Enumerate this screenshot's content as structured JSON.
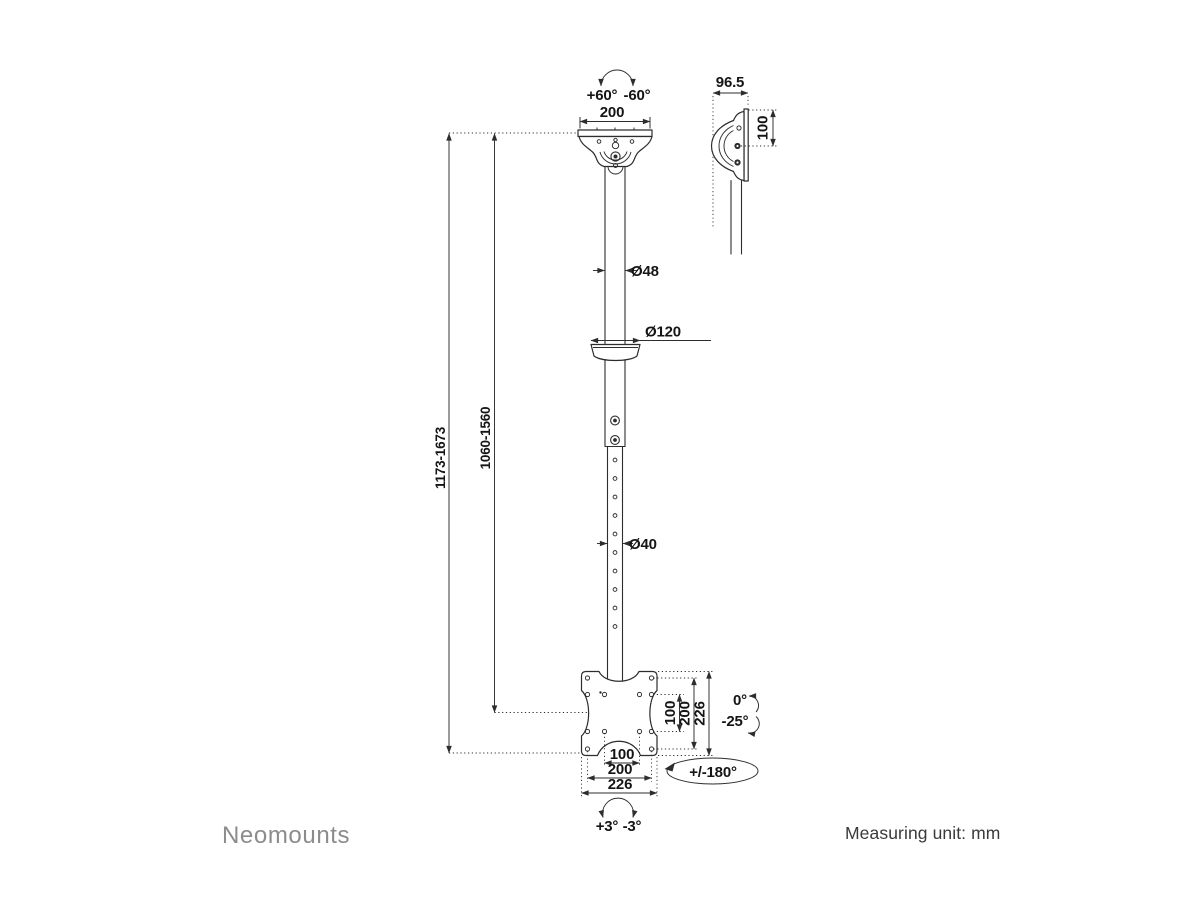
{
  "brand": "Neomounts",
  "footer": "Measuring unit: mm",
  "front_view": {
    "swivel_pos": "+60°",
    "swivel_neg": "-60°",
    "mount_width": "200",
    "upper_pole_dia": "Ø48",
    "cover_dia": "Ø120",
    "lower_pole_dia": "Ø40",
    "total_height": "1173-1673",
    "pole_height": "1060-1560",
    "level_pos": "+3°",
    "level_neg": "-3°"
  },
  "side_view": {
    "depth": "96.5",
    "bracket_height": "100"
  },
  "vesa_plate": {
    "v_inner": "100",
    "v_mid": "200",
    "v_outer": "226",
    "h_inner": "100",
    "h_mid": "200",
    "h_outer": "226",
    "tilt_up": "0°",
    "tilt_down": "-25°",
    "swivel_range": "+/-180°"
  },
  "colors": {
    "line": "#2d2d2d",
    "text": "#151515",
    "brand": "#8c8c8c",
    "footer_text": "#3a3a3a"
  }
}
